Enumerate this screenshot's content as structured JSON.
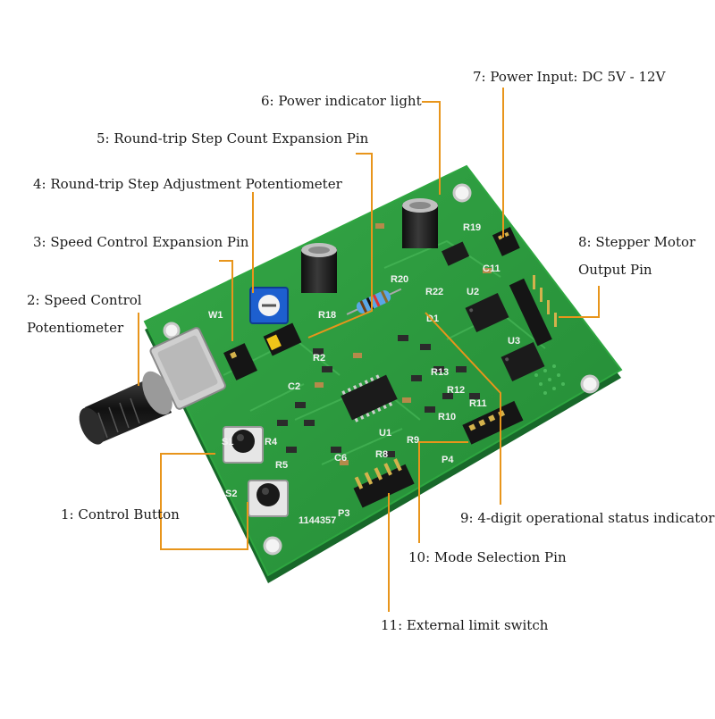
{
  "colors": {
    "leader": "#e8951b",
    "pcb": "#2c9a3c",
    "pcb_dark": "#1f7a2e",
    "silkscreen": "#f2f2f2"
  },
  "labels": {
    "l1": "1: Control Button",
    "l2a": "2: Speed Control",
    "l2b": "Potentiometer",
    "l3": "3: Speed Control Expansion Pin",
    "l4": "4: Round-trip Step Adjustment Potentiometer",
    "l5": "5: Round-trip Step Count Expansion Pin",
    "l6": "6: Power indicator light",
    "l7": "7: Power Input: DC 5V - 12V",
    "l8a": "8: Stepper Motor",
    "l8b": "Output Pin",
    "l9": "9: 4-digit operational status indicator",
    "l10": "10: Mode Selection Pin",
    "l11": "11: External limit switch"
  },
  "board_markings": {
    "w1": "W1",
    "s1": "S1",
    "s2": "S2",
    "p3": "P3",
    "p4": "P4",
    "u1": "U1",
    "u2": "U2",
    "u3": "U3",
    "r18": "R18",
    "r20": "R20",
    "r22": "R22",
    "r19": "R19",
    "c11": "C11",
    "r4": "R4",
    "r5": "R5",
    "r8": "R8",
    "r9": "R9",
    "r10": "R10",
    "r11": "R11",
    "r12": "R12",
    "r13": "R13",
    "d1": "D1",
    "r2": "R2",
    "c2": "C2",
    "c6": "C6",
    "serial": "1144357"
  }
}
